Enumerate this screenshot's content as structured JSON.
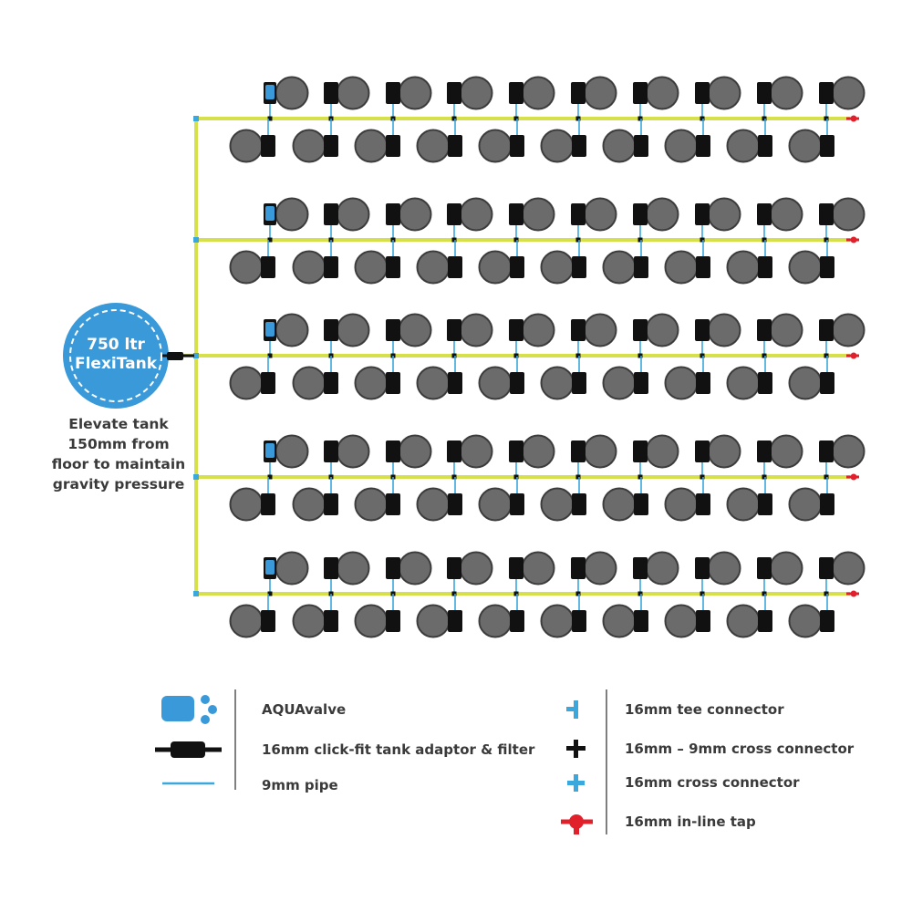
{
  "tank": {
    "line1": "750 ltr",
    "line2": "FlexiTank"
  },
  "note": {
    "lines": [
      "Elevate tank",
      "150mm from",
      "floor to maintain",
      "gravity pressure"
    ]
  },
  "layout_grid": {
    "rows": 5,
    "pots_upper_per_row": 10,
    "pots_lower_per_row": 10
  },
  "legend": {
    "left": [
      {
        "icon": "aquavalve-icon",
        "label": "AQUAvalve"
      },
      {
        "icon": "tank-adaptor-filter-icon",
        "label": "16mm click-fit tank adaptor & filter"
      },
      {
        "icon": "9mm-pipe-icon",
        "label": "9mm pipe"
      }
    ],
    "right": [
      {
        "icon": "tee-connector-icon",
        "label": "16mm tee connector"
      },
      {
        "icon": "cross-connector-16-9-icon",
        "label": "16mm – 9mm cross connector"
      },
      {
        "icon": "cross-connector-16-icon",
        "label": "16mm cross connector"
      },
      {
        "icon": "inline-tap-icon",
        "label": "16mm in-line tap"
      }
    ]
  },
  "colors": {
    "main_pipe": "#d6e04a",
    "small_pipe": "#3aa8dc",
    "tank": "#3a9ad9",
    "pot": "#6b6b6b",
    "valve": "#111111",
    "tap": "#e0202a",
    "text": "#3a3a3a"
  }
}
